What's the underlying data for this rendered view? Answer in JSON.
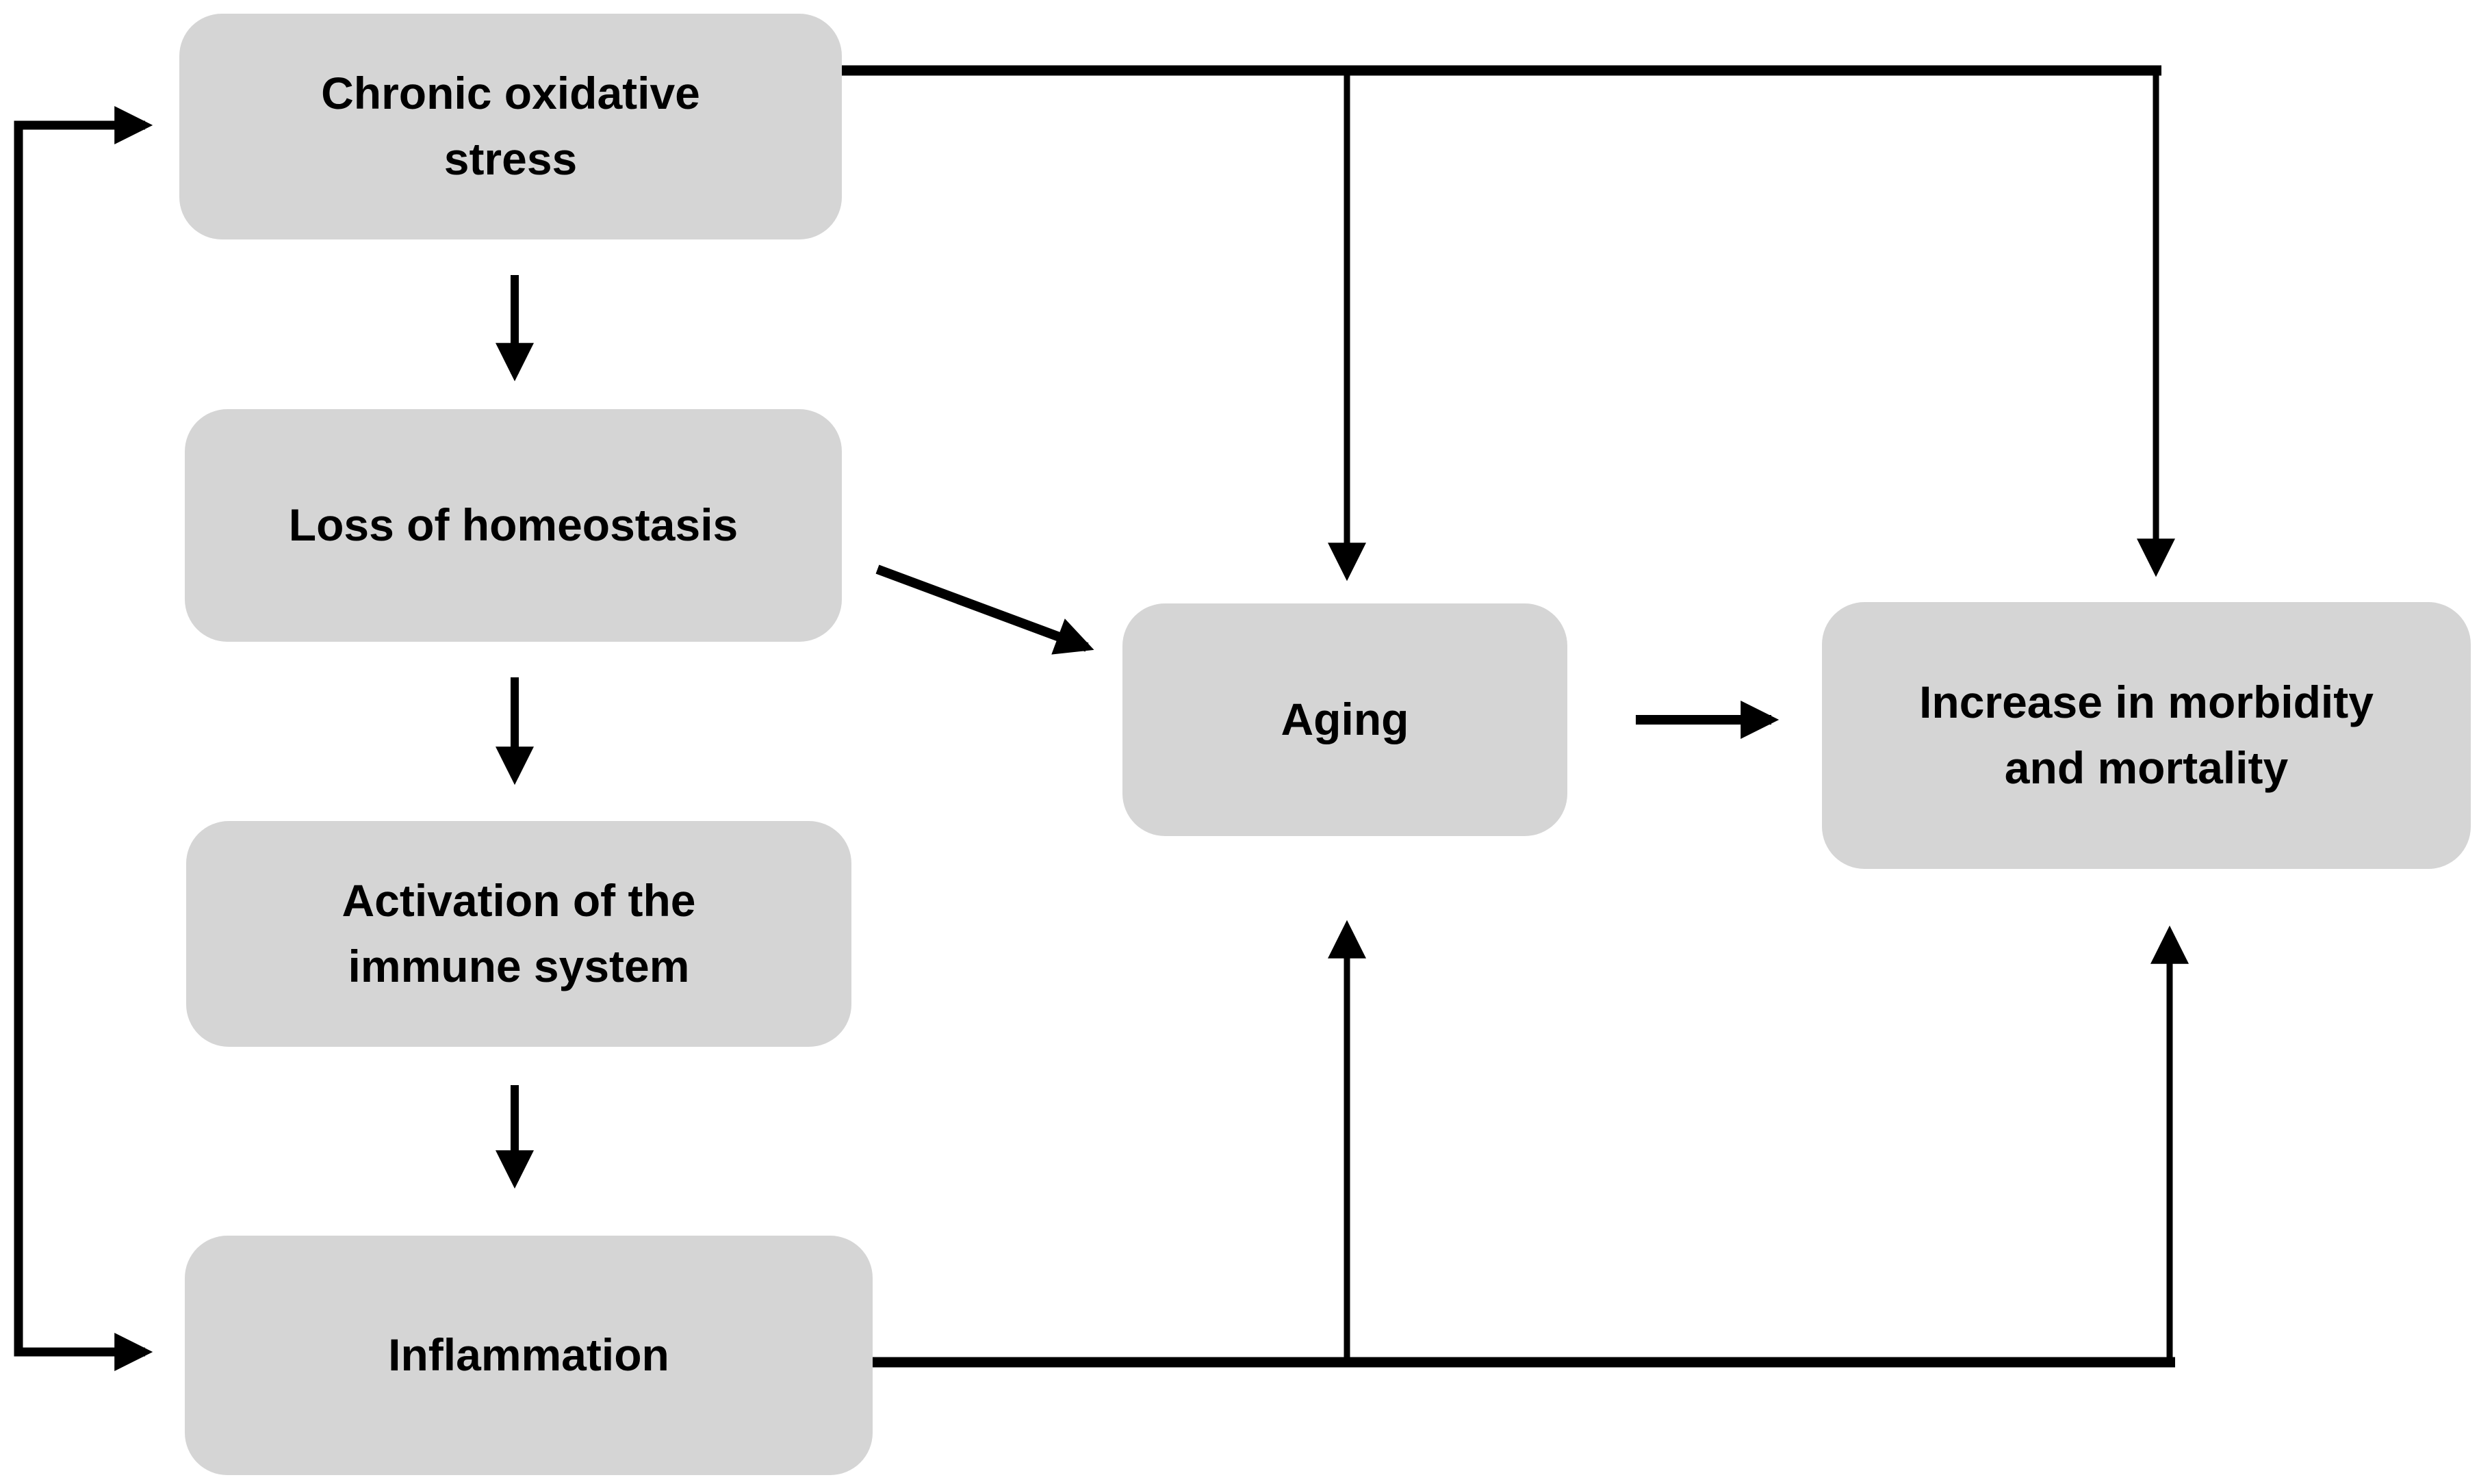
{
  "figure": {
    "background_color": "#ffffff",
    "box_fill_color": "#d5d5d5",
    "line_color": "#000000",
    "text_color": "#000000"
  },
  "nodes": {
    "chronic": {
      "label": "Chronic oxidative\nstress"
    },
    "loss": {
      "label": "Loss of homeostasis"
    },
    "activation": {
      "label": "Activation of the\nimmune system"
    },
    "inflammation": {
      "label": "Inflammation"
    },
    "aging": {
      "label": "Aging"
    },
    "increase": {
      "label": "Increase in morbidity\nand mortality"
    }
  },
  "edges": [
    {
      "from": "chronic",
      "to": "loss",
      "style": "straight-down-arrow"
    },
    {
      "from": "loss",
      "to": "activation",
      "style": "straight-down-arrow"
    },
    {
      "from": "activation",
      "to": "inflammation",
      "style": "straight-down-arrow"
    },
    {
      "from": "chronic",
      "to": "aging",
      "style": "elbow-right-then-down"
    },
    {
      "from": "chronic",
      "to": "increase",
      "style": "elbow-right-then-down"
    },
    {
      "from": "loss",
      "to": "aging",
      "style": "diagonal-arrow"
    },
    {
      "from": "aging",
      "to": "increase",
      "style": "straight-right-arrow"
    },
    {
      "from": "inflammation",
      "to": "aging",
      "style": "elbow-right-then-up"
    },
    {
      "from": "inflammation",
      "to": "increase",
      "style": "elbow-right-then-up"
    },
    {
      "type": "feedback-loop-left-side",
      "connects": [
        "inflammation",
        "chronic"
      ],
      "arrowheads": "into both boxes"
    }
  ]
}
